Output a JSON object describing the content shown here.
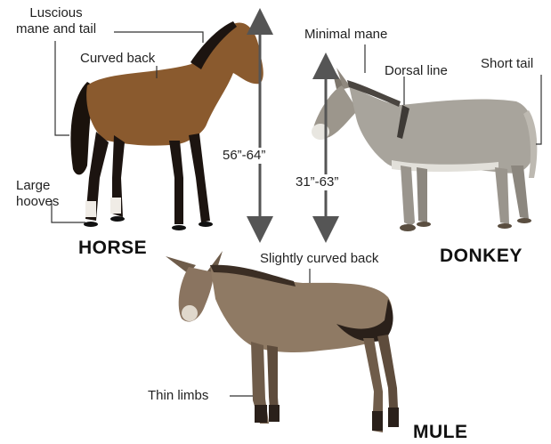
{
  "labels": {
    "luscious_mane": "Luscious\nmane and tail",
    "curved_back": "Curved back",
    "large_hooves": "Large\nhooves",
    "horse_height": "56”-64”",
    "donkey_height": "31”-63”",
    "minimal_mane": "Minimal mane",
    "dorsal_line": "Dorsal line",
    "short_tail": "Short tail",
    "slightly_curved_back": "Slightly curved back",
    "thin_limbs": "Thin limbs"
  },
  "animals": {
    "horse": "HORSE",
    "donkey": "DONKEY",
    "mule": "MULE"
  },
  "colors": {
    "horse_body": "#8a5a2e",
    "horse_legs": "#1c1410",
    "donkey_body": "#a8a49c",
    "mule_body": "#8f7a64",
    "arrow": "#555555",
    "leader": "#333333"
  }
}
